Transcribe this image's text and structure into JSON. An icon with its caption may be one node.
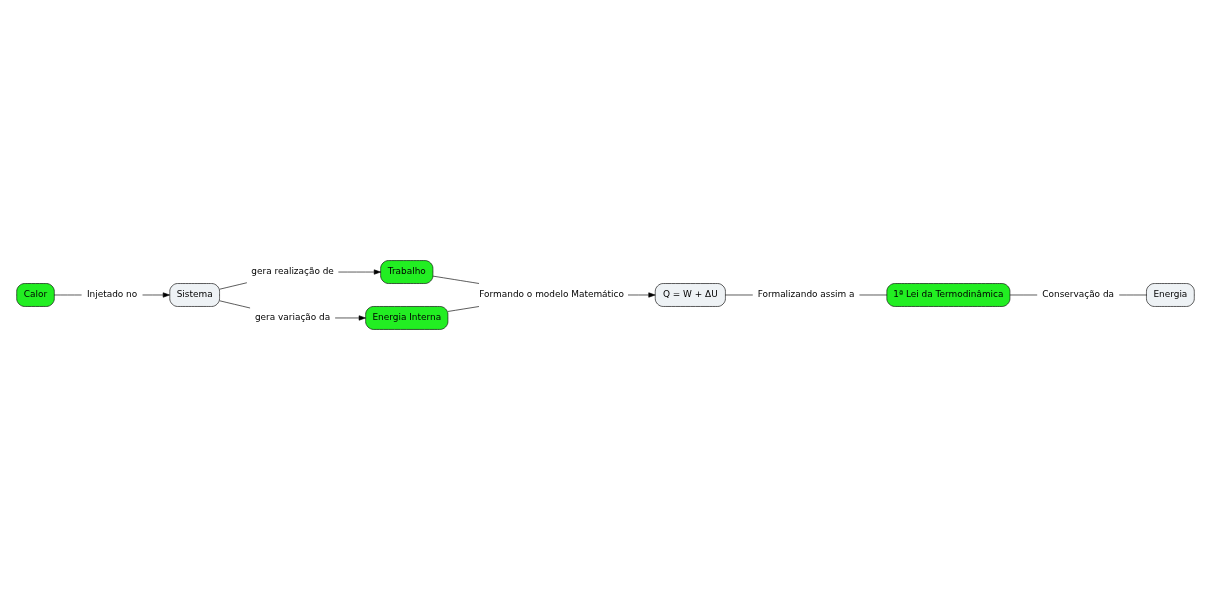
{
  "diagram": {
    "nodes": [
      {
        "text": [
          "Calor"
        ]
      },
      {
        "text": [
          "Injetado no"
        ]
      },
      {
        "text": [
          "Sistema"
        ]
      },
      {
        "text": [
          "gera realização de"
        ]
      },
      {
        "text": [
          "Trabalho"
        ]
      },
      {
        "text": [
          "gera variação da"
        ]
      },
      {
        "text": [
          "Energia Interna"
        ]
      },
      {
        "text": [
          "Formando o modelo Matemático"
        ]
      },
      {
        "text": [
          "Q = W + ΔU"
        ]
      },
      {
        "text": [
          "Formalizando assim a"
        ]
      },
      {
        "text": [
          "1ª Lei da Termodinâmica"
        ]
      },
      {
        "text": [
          "Conservação da"
        ]
      },
      {
        "text": [
          "Energia"
        ]
      }
    ],
    "edges": [
      {
        "from": 0,
        "to": 1,
        "arrow": "none"
      },
      {
        "from": 1,
        "to": 2,
        "arrow": "to"
      },
      {
        "from": 2,
        "to": 3,
        "arrow": "none"
      },
      {
        "from": 3,
        "to": 4,
        "arrow": "to"
      },
      {
        "from": 2,
        "to": 5,
        "arrow": "none"
      },
      {
        "from": 5,
        "to": 6,
        "arrow": "to"
      },
      {
        "from": 4,
        "to": 7,
        "arrow": "none"
      },
      {
        "from": 6,
        "to": 7,
        "arrow": "none"
      },
      {
        "from": 7,
        "to": 8,
        "arrow": "to"
      },
      {
        "from": 8,
        "to": 9,
        "arrow": "none"
      },
      {
        "from": 9,
        "to": 10,
        "arrow": "none"
      },
      {
        "from": 10,
        "to": 11,
        "arrow": "none"
      },
      {
        "from": 11,
        "to": 12,
        "arrow": "none"
      }
    ]
  }
}
